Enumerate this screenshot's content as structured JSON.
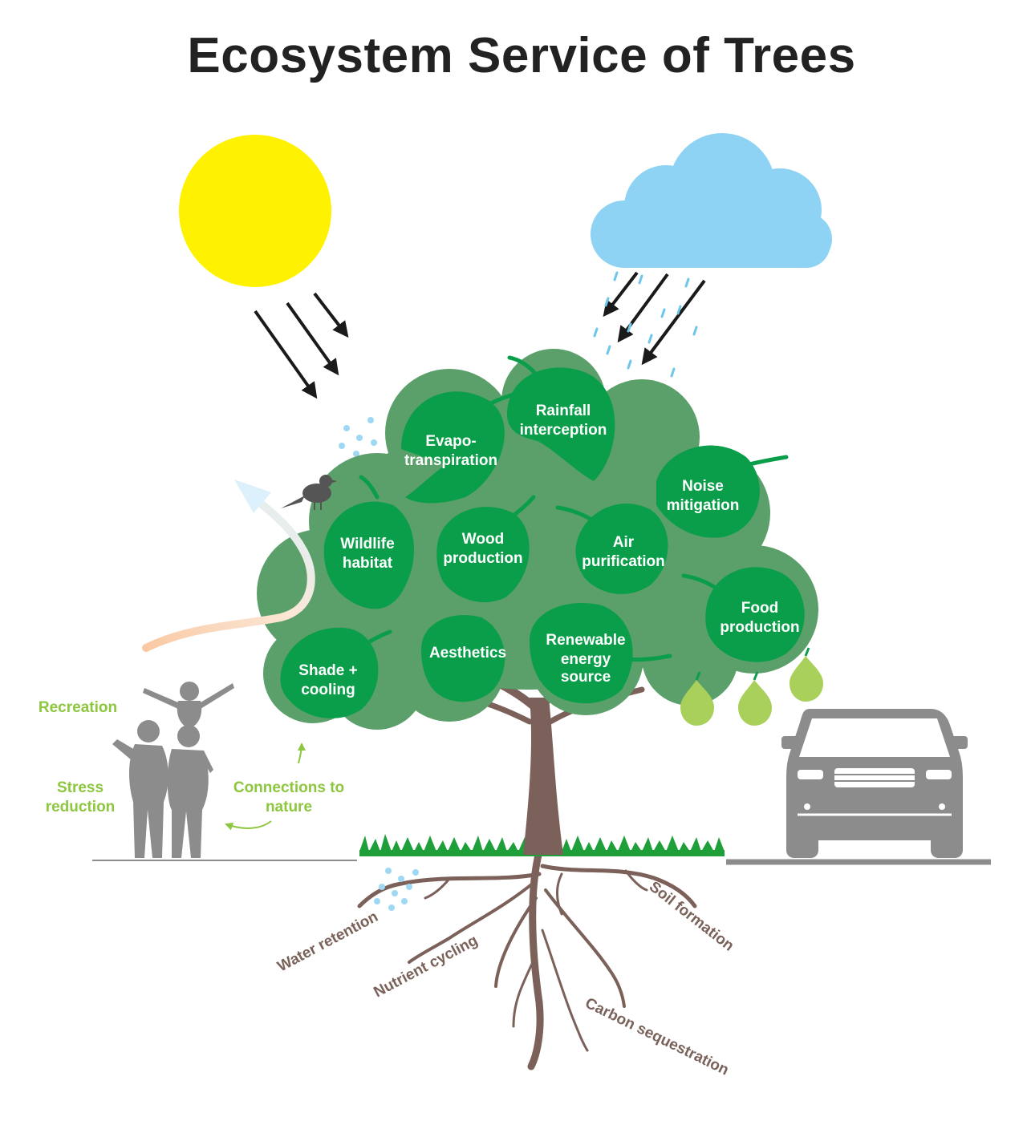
{
  "title": "Ecosystem Service of Trees",
  "colors": {
    "canopy": "#5ba06a",
    "leaf": "#0a9e4a",
    "trunk": "#7b6159",
    "sun": "#fff200",
    "cloud": "#8fd3f4",
    "rain": "#6ec6ea",
    "green_label": "#8dc63f",
    "silhouette": "#8c8c8c",
    "pear": "#a8d05a"
  },
  "leaves": [
    {
      "id": "evapotranspiration",
      "lines": [
        "Evapo-",
        "transpiration"
      ]
    },
    {
      "id": "rainfall-interception",
      "lines": [
        "Rainfall",
        "interception"
      ]
    },
    {
      "id": "noise-mitigation",
      "lines": [
        "Noise",
        "mitigation"
      ]
    },
    {
      "id": "wildlife-habitat",
      "lines": [
        "Wildlife",
        "habitat"
      ]
    },
    {
      "id": "wood-production",
      "lines": [
        "Wood",
        "production"
      ]
    },
    {
      "id": "air-purification",
      "lines": [
        "Air",
        "purification"
      ]
    },
    {
      "id": "food-production",
      "lines": [
        "Food",
        "production"
      ]
    },
    {
      "id": "shade-cooling",
      "lines": [
        "Shade +",
        "cooling"
      ]
    },
    {
      "id": "aesthetics",
      "lines": [
        "Aesthetics"
      ]
    },
    {
      "id": "renewable-energy",
      "lines": [
        "Renewable",
        "energy",
        "source"
      ]
    }
  ],
  "human_benefits": [
    {
      "id": "recreation",
      "lines": [
        "Recreation"
      ]
    },
    {
      "id": "stress-reduction",
      "lines": [
        "Stress",
        "reduction"
      ]
    },
    {
      "id": "connections-to-nature",
      "lines": [
        "Connections to",
        "nature"
      ]
    }
  ],
  "root_services": [
    {
      "id": "water-retention",
      "text": "Water retention"
    },
    {
      "id": "nutrient-cycling",
      "text": "Nutrient cycling"
    },
    {
      "id": "soil-formation",
      "text": "Soil formation"
    },
    {
      "id": "carbon-sequestration",
      "text": "Carbon sequestration"
    }
  ]
}
